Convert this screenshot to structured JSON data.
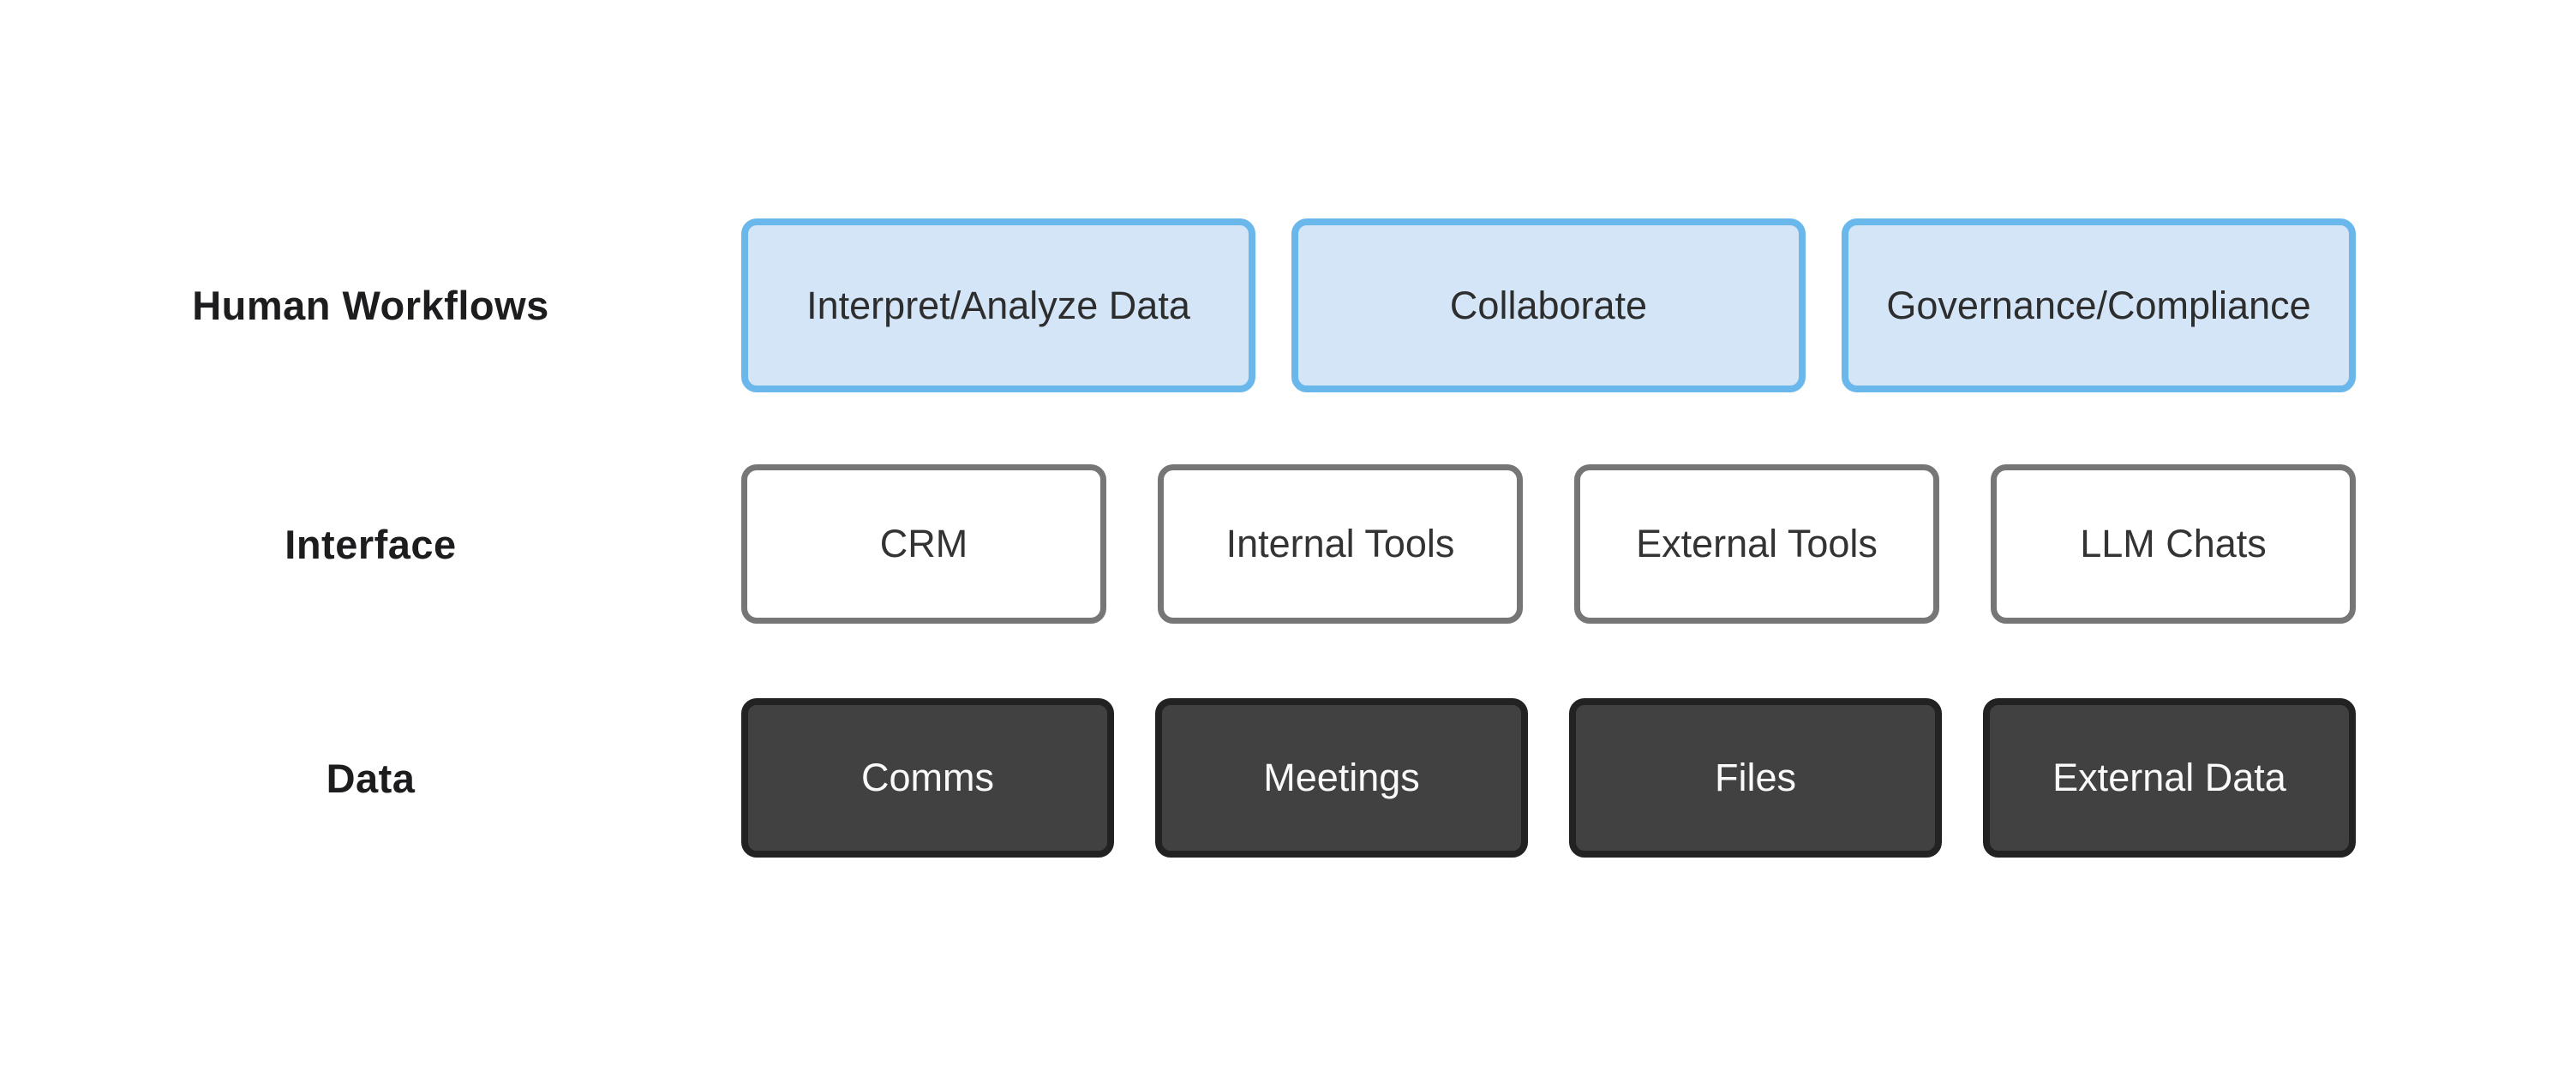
{
  "diagram": {
    "rows": [
      {
        "label": "Human Workflows",
        "boxes": [
          "Interpret/Analyze Data",
          "Collaborate",
          "Governance/Compliance"
        ]
      },
      {
        "label": "Interface",
        "boxes": [
          "CRM",
          "Internal Tools",
          "External Tools",
          "LLM Chats"
        ]
      },
      {
        "label": "Data",
        "boxes": [
          "Comms",
          "Meetings",
          "Files",
          "External Data"
        ]
      }
    ],
    "colors": {
      "background": "#ffffff",
      "workflow_box_fill": "#d3e5f7",
      "workflow_box_border": "#6ab7ec",
      "interface_box_fill": "#ffffff",
      "interface_box_border": "#767676",
      "data_box_fill": "#414141",
      "data_box_border": "#222222",
      "row_label_text": "#1d1d1f",
      "light_box_text": "#2d2d2d",
      "dark_box_text": "#fafafa"
    }
  }
}
